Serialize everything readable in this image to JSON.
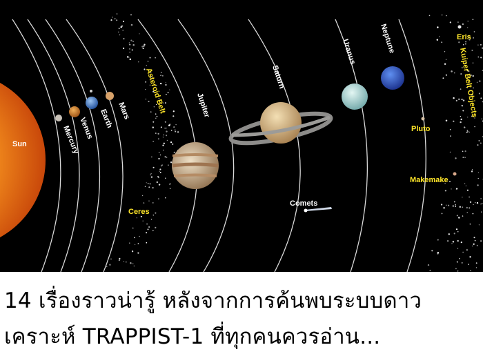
{
  "scene": {
    "labels": {
      "sun": "Sun",
      "mercury": "Mercury",
      "venus": "Venus",
      "earth": "Earth",
      "mars": "Mars",
      "asteroid_belt": "Asteroid Belt",
      "ceres": "Ceres",
      "jupiter": "Jupiter",
      "saturn": "Saturn",
      "comets": "Comets",
      "uranus": "Uranus",
      "neptune": "Neptune",
      "pluto": "Pluto",
      "makemake": "Makemake",
      "eris": "Eris",
      "kuiper_belt": "Kuiper Belt Objects"
    },
    "colors": {
      "background": "#000000",
      "planet_label": "#ffffff",
      "dwarf_label": "#ffe629",
      "orbit": "#d9d9d9",
      "sun": "#f07a12"
    }
  },
  "caption": {
    "line1": "14 เรื่องราวน่ารู้ หลังจากการค้นพบระบบดาว",
    "line2": "เคราะห์ TRAPPIST-1 ที่ทุกคนควรอ่าน..."
  }
}
